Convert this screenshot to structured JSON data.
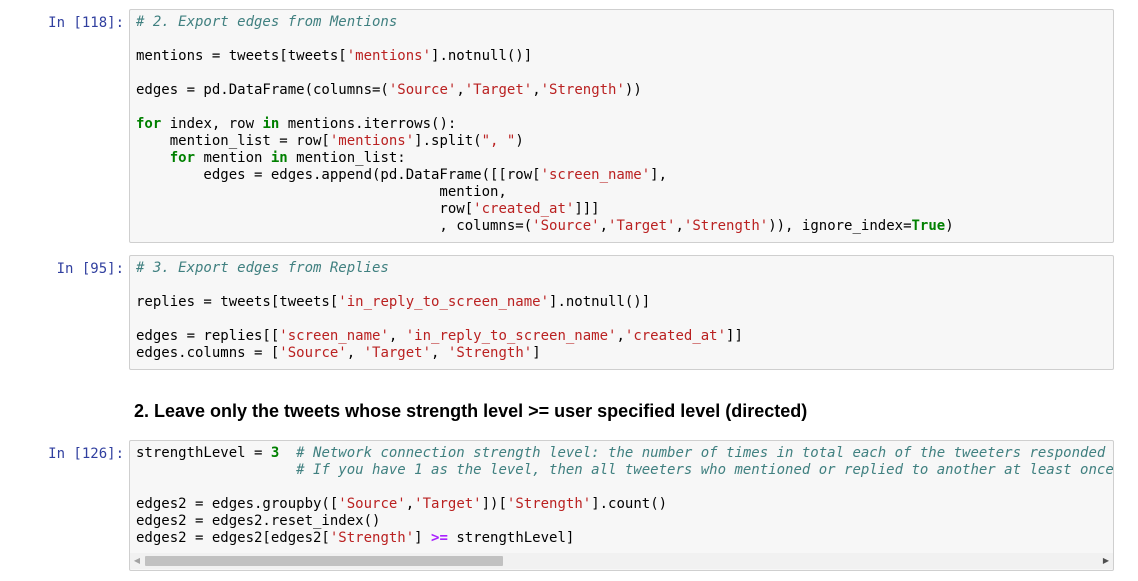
{
  "cells": [
    {
      "prompt": "In [118]:",
      "lines": [
        [
          {
            "t": "# 2. Export edges from Mentions",
            "c": "c"
          }
        ],
        [],
        [
          {
            "t": "mentions = tweets[tweets["
          },
          {
            "t": "'mentions'",
            "c": "s"
          },
          {
            "t": "].notnull()]"
          }
        ],
        [],
        [
          {
            "t": "edges = pd.DataFrame(columns=("
          },
          {
            "t": "'Source'",
            "c": "s"
          },
          {
            "t": ","
          },
          {
            "t": "'Target'",
            "c": "s"
          },
          {
            "t": ","
          },
          {
            "t": "'Strength'",
            "c": "s"
          },
          {
            "t": "))"
          }
        ],
        [],
        [
          {
            "t": "for",
            "c": "k"
          },
          {
            "t": " index, row "
          },
          {
            "t": "in",
            "c": "k"
          },
          {
            "t": " mentions.iterrows():"
          }
        ],
        [
          {
            "t": "    mention_list = row["
          },
          {
            "t": "'mentions'",
            "c": "s"
          },
          {
            "t": "].split("
          },
          {
            "t": "\", \"",
            "c": "s"
          },
          {
            "t": ")"
          }
        ],
        [
          {
            "t": "    "
          },
          {
            "t": "for",
            "c": "k"
          },
          {
            "t": " mention "
          },
          {
            "t": "in",
            "c": "k"
          },
          {
            "t": " mention_list:"
          }
        ],
        [
          {
            "t": "        edges = edges.append(pd.DataFrame([[row["
          },
          {
            "t": "'screen_name'",
            "c": "s"
          },
          {
            "t": "],"
          }
        ],
        [
          {
            "t": "                                    mention,"
          }
        ],
        [
          {
            "t": "                                    row["
          },
          {
            "t": "'created_at'",
            "c": "s"
          },
          {
            "t": "]]]"
          }
        ],
        [
          {
            "t": "                                    , columns=("
          },
          {
            "t": "'Source'",
            "c": "s"
          },
          {
            "t": ","
          },
          {
            "t": "'Target'",
            "c": "s"
          },
          {
            "t": ","
          },
          {
            "t": "'Strength'",
            "c": "s"
          },
          {
            "t": ")), ignore_index="
          },
          {
            "t": "True",
            "c": "k"
          },
          {
            "t": ")"
          }
        ]
      ]
    },
    {
      "prompt": "In [95]:",
      "lines": [
        [
          {
            "t": "# 3. Export edges from Replies",
            "c": "c"
          }
        ],
        [],
        [
          {
            "t": "replies = tweets[tweets["
          },
          {
            "t": "'in_reply_to_screen_name'",
            "c": "s"
          },
          {
            "t": "].notnull()]"
          }
        ],
        [],
        [
          {
            "t": "edges = replies[["
          },
          {
            "t": "'screen_name'",
            "c": "s"
          },
          {
            "t": ", "
          },
          {
            "t": "'in_reply_to_screen_name'",
            "c": "s"
          },
          {
            "t": ","
          },
          {
            "t": "'created_at'",
            "c": "s"
          },
          {
            "t": "]]"
          }
        ],
        [
          {
            "t": "edges.columns = ["
          },
          {
            "t": "'Source'",
            "c": "s"
          },
          {
            "t": ", "
          },
          {
            "t": "'Target'",
            "c": "s"
          },
          {
            "t": ", "
          },
          {
            "t": "'Strength'",
            "c": "s"
          },
          {
            "t": "]"
          }
        ]
      ]
    },
    {
      "prompt": "In [126]:",
      "lines": [
        [
          {
            "t": "strengthLevel = "
          },
          {
            "t": "3",
            "c": "k"
          },
          {
            "t": "  "
          },
          {
            "t": "# Network connection strength level: the number of times in total each of the tweeters responded",
            "c": "c"
          }
        ],
        [
          {
            "t": "                   "
          },
          {
            "t": "# If you have 1 as the level, then all tweeters who mentioned or replied to another at least once",
            "c": "c"
          }
        ],
        [],
        [
          {
            "t": "edges2 = edges.groupby(["
          },
          {
            "t": "'Source'",
            "c": "s"
          },
          {
            "t": ","
          },
          {
            "t": "'Target'",
            "c": "s"
          },
          {
            "t": "])["
          },
          {
            "t": "'Strength'",
            "c": "s"
          },
          {
            "t": "].count()"
          }
        ],
        [
          {
            "t": "edges2 = edges2.reset_index()"
          }
        ],
        [
          {
            "t": "edges2 = edges2[edges2["
          },
          {
            "t": "'Strength'",
            "c": "s"
          },
          {
            "t": "] "
          },
          {
            "t": ">=",
            "c": "o"
          },
          {
            "t": " strengthLevel]"
          }
        ]
      ]
    }
  ],
  "markdown": {
    "heading": "2. Leave only the tweets whose strength level >= user specified level (directed)"
  },
  "scrollbar": {
    "left_arrow": "◀",
    "right_arrow": "▶"
  }
}
